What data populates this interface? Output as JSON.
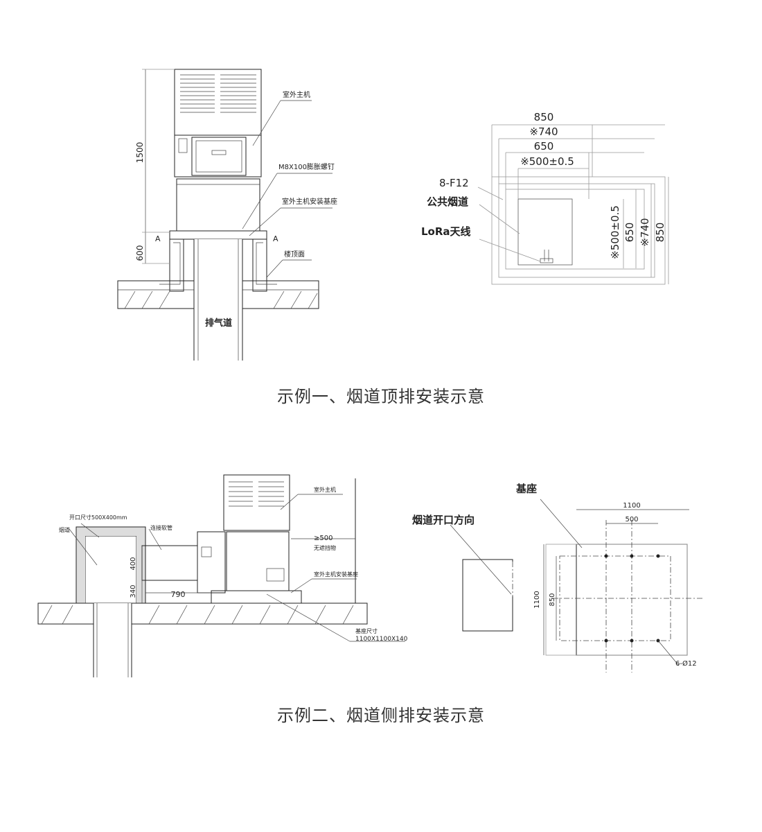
{
  "example1": {
    "caption": "示例一、烟道顶排安装示意",
    "elevation": {
      "dim_height_main": "1500",
      "dim_height_base": "600",
      "label_outdoor_unit": "室外主机",
      "label_bolt": "M8X100膨胀螺钉",
      "label_base": "室外主机安装基座",
      "label_roof": "楼顶面",
      "label_exhaust": "排气道",
      "section_left": "A",
      "section_right": "A"
    },
    "plan": {
      "dim_850": "850",
      "dim_740": "※740",
      "dim_650": "650",
      "dim_500": "※500±0.5",
      "label_holes": "8-F12",
      "label_flue": "公共烟道",
      "label_lora": "LoRa天线"
    }
  },
  "example2": {
    "caption": "示例二、烟道侧排安装示意",
    "elevation": {
      "label_opening": "开口尺寸500X400mm",
      "label_flue": "烟道",
      "label_connector": "连接软管",
      "label_outdoor_unit": "室外主机",
      "dim_clearance": "≥500",
      "label_no_obstacle": "无遮挡物",
      "label_base": "室外主机安装基座",
      "dim_400": "400",
      "dim_340": "340",
      "dim_790": "790",
      "label_base_size_title": "基座尺寸",
      "label_base_size": "1100X1100X140"
    },
    "flue_direction": {
      "label": "烟道开口方向"
    },
    "base_plan": {
      "title": "基座",
      "dim_top_1100": "1100",
      "dim_top_500": "500",
      "dim_left_1100": "1100",
      "dim_left_850": "850",
      "label_holes": "6-Ø12"
    }
  }
}
